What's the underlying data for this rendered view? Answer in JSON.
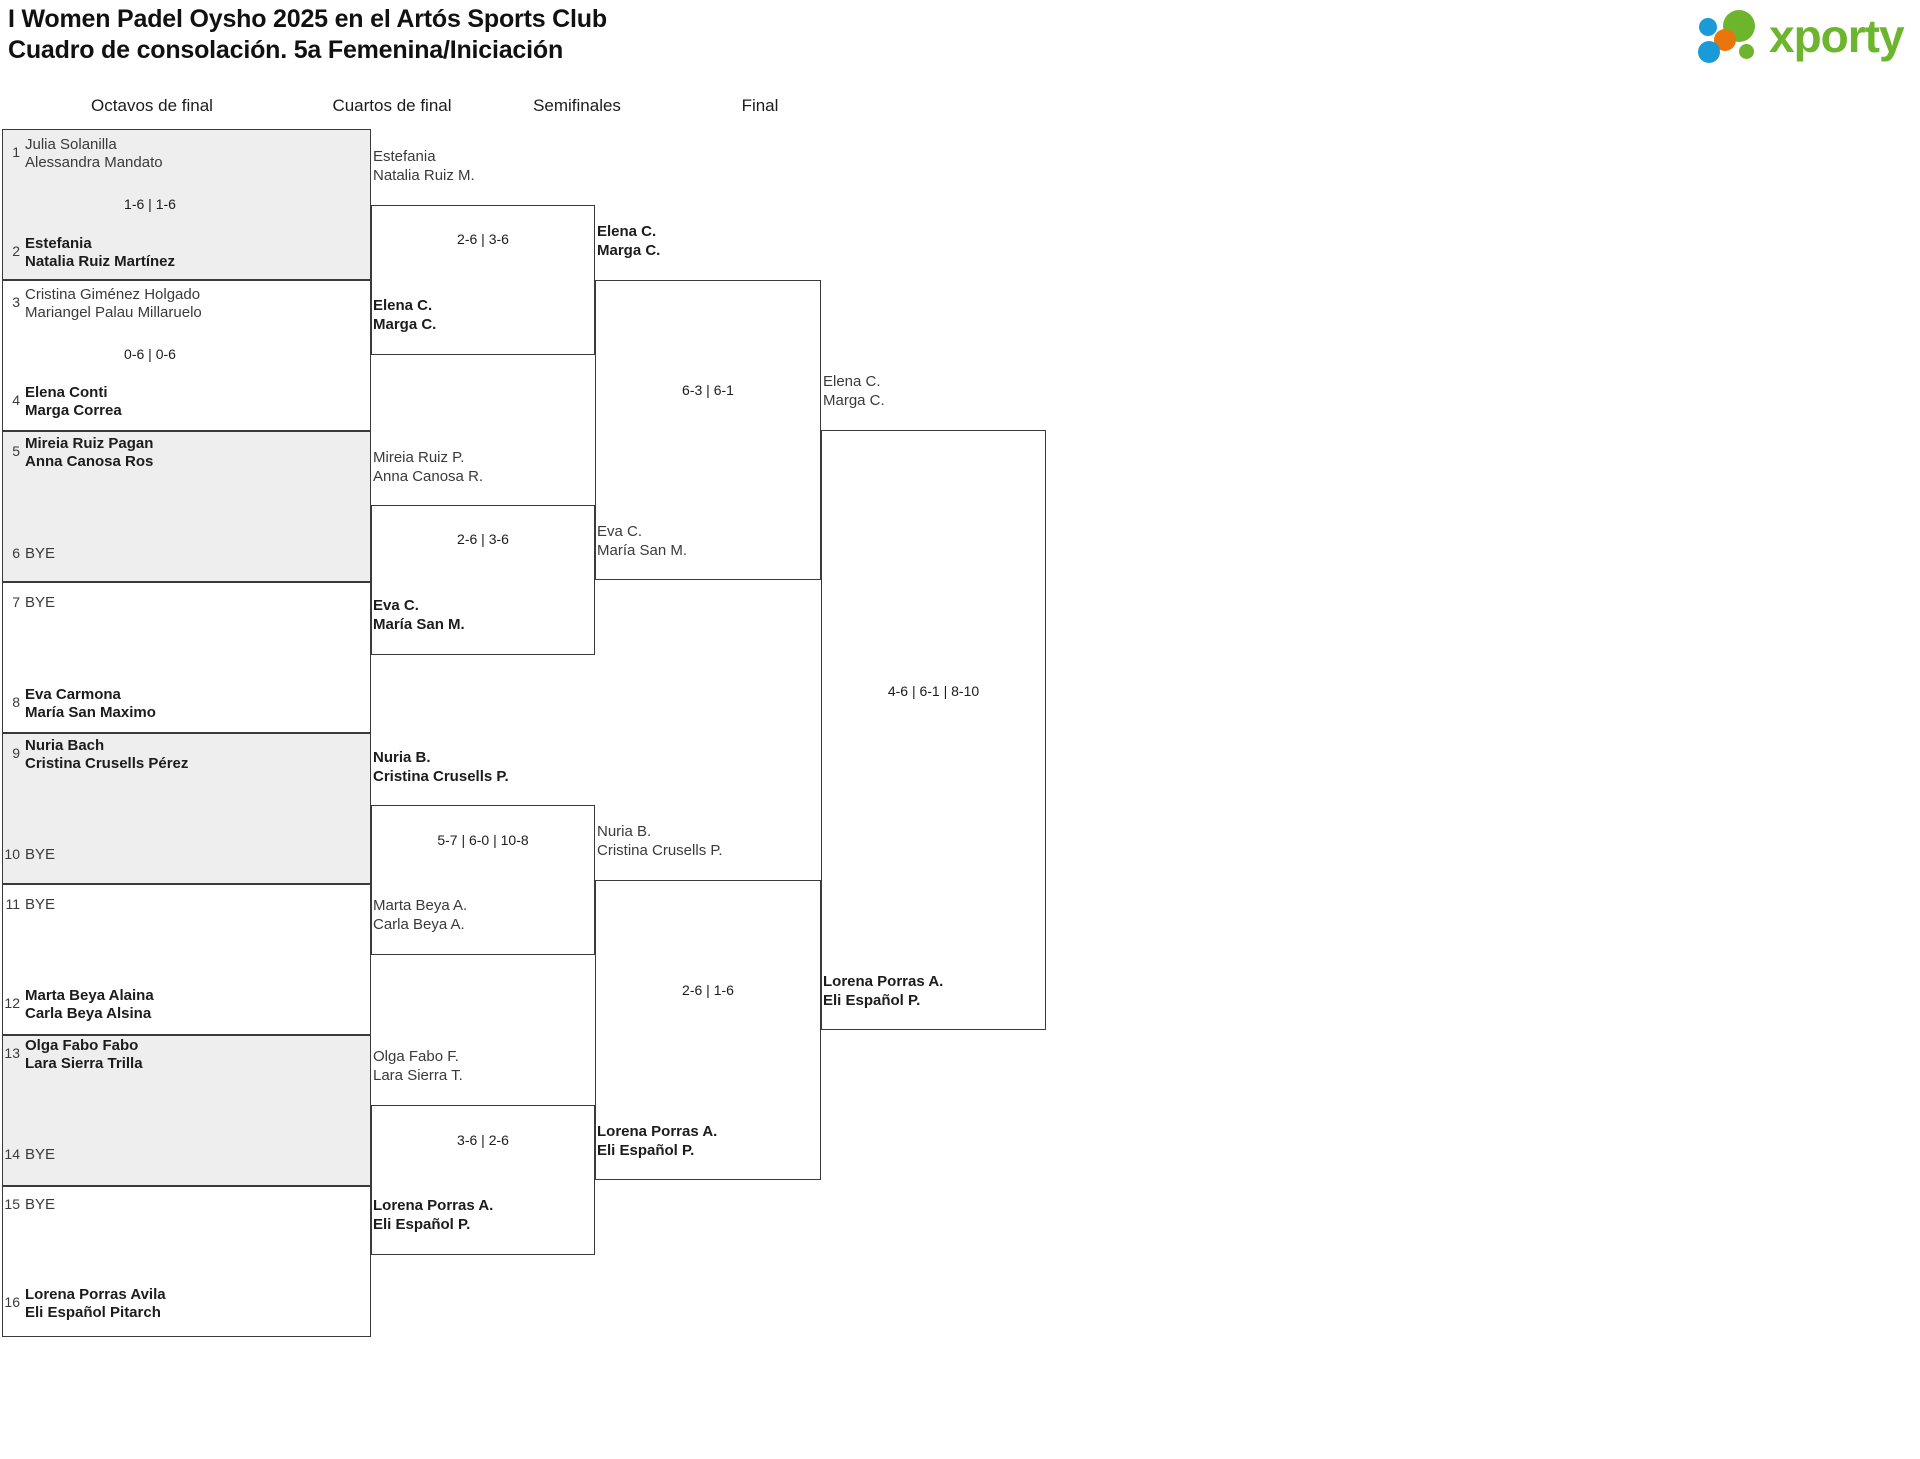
{
  "header": {
    "title_line1": "I Women Padel Oysho 2025 en el Artós Sports Club",
    "title_line2": "Cuadro de consolación. 5a Femenina/Iniciación",
    "logo_text": "xporty",
    "logo_colors": {
      "green": "#6cb52d",
      "blue": "#1a9ad7",
      "orange": "#e8760d"
    }
  },
  "rounds": [
    {
      "id": "octavos",
      "label": "Octavos de final"
    },
    {
      "id": "cuartos",
      "label": "Cuartos de final"
    },
    {
      "id": "semifinales",
      "label": "Semifinales"
    },
    {
      "id": "final",
      "label": "Final"
    }
  ],
  "bye_label": "BYE",
  "round1": {
    "slots": [
      {
        "seed": "1",
        "p1": "Julia Solanilla",
        "p2": "Alessandra Mandato",
        "bye": false,
        "winner": false
      },
      {
        "seed": "2",
        "p1": "Estefania",
        "p2": "Natalia Ruiz Martínez",
        "bye": false,
        "winner": true
      },
      {
        "seed": "3",
        "p1": "Cristina Giménez Holgado",
        "p2": "Mariangel Palau Millaruelo",
        "bye": false,
        "winner": false
      },
      {
        "seed": "4",
        "p1": "Elena Conti",
        "p2": "Marga Correa",
        "bye": false,
        "winner": true
      },
      {
        "seed": "5",
        "p1": "Mireia Ruiz Pagan",
        "p2": "Anna Canosa Ros",
        "bye": false,
        "winner": true
      },
      {
        "seed": "6",
        "p1": "BYE",
        "p2": "",
        "bye": true,
        "winner": false
      },
      {
        "seed": "7",
        "p1": "BYE",
        "p2": "",
        "bye": true,
        "winner": false
      },
      {
        "seed": "8",
        "p1": "Eva Carmona",
        "p2": "María San Maximo",
        "bye": false,
        "winner": true
      },
      {
        "seed": "9",
        "p1": "Nuria Bach",
        "p2": "Cristina Crusells Pérez",
        "bye": false,
        "winner": true
      },
      {
        "seed": "10",
        "p1": "BYE",
        "p2": "",
        "bye": true,
        "winner": false
      },
      {
        "seed": "11",
        "p1": "BYE",
        "p2": "",
        "bye": true,
        "winner": false
      },
      {
        "seed": "12",
        "p1": "Marta Beya Alaina",
        "p2": "Carla Beya Alsina",
        "bye": false,
        "winner": true
      },
      {
        "seed": "13",
        "p1": "Olga Fabo Fabo",
        "p2": "Lara Sierra Trilla",
        "bye": false,
        "winner": true
      },
      {
        "seed": "14",
        "p1": "BYE",
        "p2": "",
        "bye": true,
        "winner": false
      },
      {
        "seed": "15",
        "p1": "BYE",
        "p2": "",
        "bye": true,
        "winner": false
      },
      {
        "seed": "16",
        "p1": "Lorena Porras Avila",
        "p2": "Eli Español Pitarch",
        "bye": false,
        "winner": true
      }
    ],
    "scores": [
      "1-6 | 1-6",
      "0-6 | 0-6",
      "",
      "",
      "",
      "",
      "",
      ""
    ]
  },
  "round2": {
    "matches": [
      {
        "top": {
          "p1": "Estefania",
          "p2": "Natalia Ruiz M.",
          "winner": false
        },
        "bottom": {
          "p1": "Elena C.",
          "p2": "Marga C.",
          "winner": true
        },
        "score": "2-6 | 3-6"
      },
      {
        "top": {
          "p1": "Mireia Ruiz P.",
          "p2": "Anna Canosa R.",
          "winner": false
        },
        "bottom": {
          "p1": "Eva C.",
          "p2": "María San M.",
          "winner": true
        },
        "score": "2-6 | 3-6"
      },
      {
        "top": {
          "p1": "Nuria B.",
          "p2": "Cristina Crusells P.",
          "winner": true
        },
        "bottom": {
          "p1": "Marta Beya A.",
          "p2": "Carla Beya A.",
          "winner": false
        },
        "score": "5-7 | 6-0 | 10-8"
      },
      {
        "top": {
          "p1": "Olga Fabo F.",
          "p2": "Lara Sierra T.",
          "winner": false
        },
        "bottom": {
          "p1": "Lorena Porras A.",
          "p2": "Eli Español P.",
          "winner": true
        },
        "score": "3-6 | 2-6"
      }
    ]
  },
  "round3": {
    "matches": [
      {
        "top": {
          "p1": "Elena C.",
          "p2": "Marga C.",
          "winner": true
        },
        "bottom": {
          "p1": "Eva C.",
          "p2": "María San M.",
          "winner": false
        },
        "score": "6-3 | 6-1"
      },
      {
        "top": {
          "p1": "Nuria B.",
          "p2": "Cristina Crusells P.",
          "winner": false
        },
        "bottom": {
          "p1": "Lorena Porras A.",
          "p2": "Eli Español P.",
          "winner": true
        },
        "score": "2-6 | 1-6"
      }
    ]
  },
  "round4": {
    "matches": [
      {
        "top": {
          "p1": "Elena C.",
          "p2": "Marga C.",
          "winner": false
        },
        "bottom": {
          "p1": "Lorena Porras A.",
          "p2": "Eli Español P.",
          "winner": true
        },
        "score": "4-6 | 6-1 | 8-10"
      }
    ]
  }
}
